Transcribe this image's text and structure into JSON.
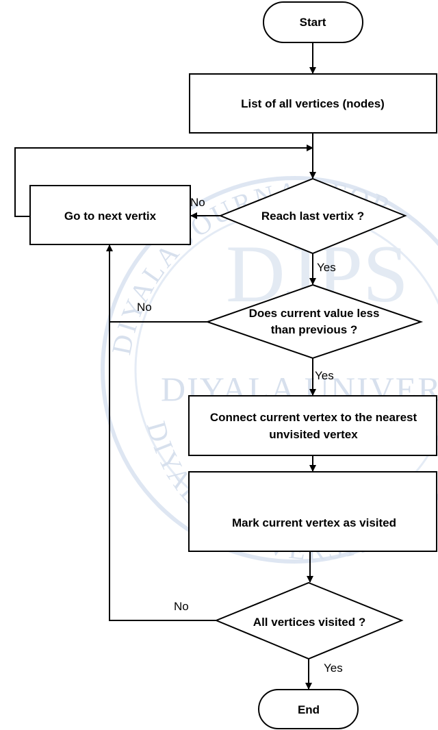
{
  "colors": {
    "stroke": "#000000",
    "fill": "#ffffff",
    "watermark": "#c9d6ea"
  },
  "watermark": {
    "line1": "DIYALA UNIVERSITY",
    "arc_top": "DIYALA JOURNAL FOR",
    "arc_bottom": "DIYALA UNIVERSITY COLLEGE",
    "monogram": "DJPS"
  },
  "nodes": {
    "start": "Start",
    "list_vertices": "List of all vertices (nodes)",
    "reach_last": "Reach last vertix ?",
    "next_vertix": "Go to next vertix",
    "current_less": [
      "Does current value less",
      "than previous ?"
    ],
    "connect": [
      "Connect current vertex to the nearest",
      "unvisited vertex"
    ],
    "mark_visited": "Mark current vertex as visited",
    "all_visited": "All vertices visited ?",
    "end": "End"
  },
  "labels": {
    "reach_no": "No",
    "reach_yes": "Yes",
    "less_no": "No",
    "less_yes": "Yes",
    "all_no": "No",
    "all_yes": "Yes"
  }
}
